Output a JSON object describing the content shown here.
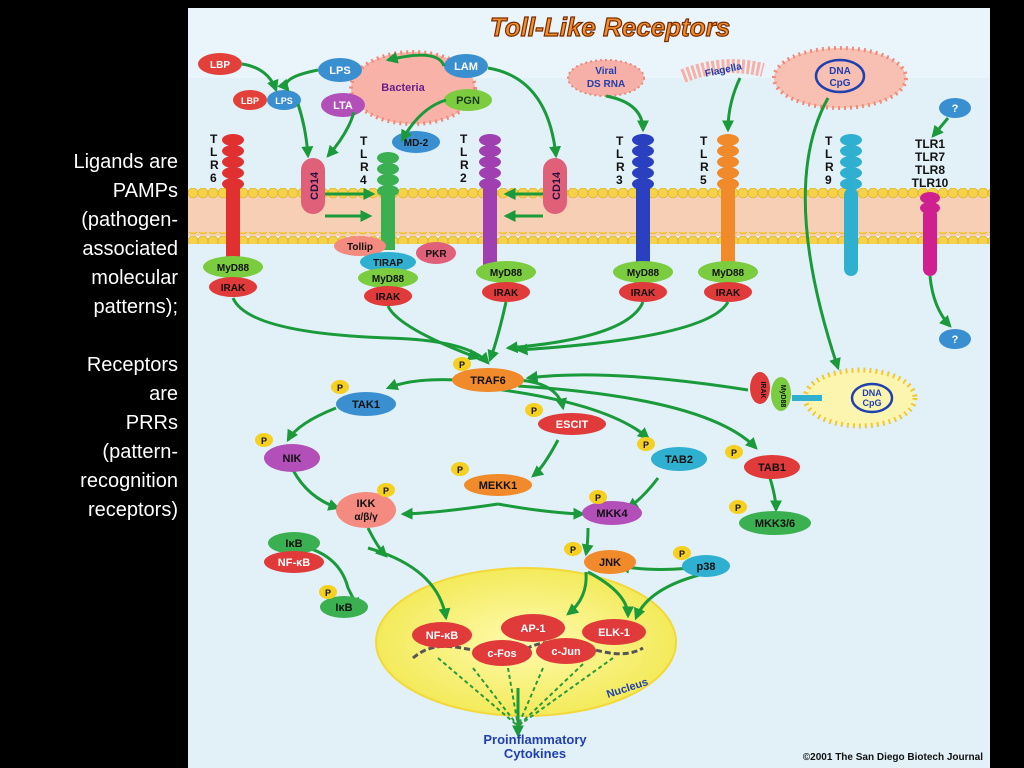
{
  "caption": {
    "lines1": [
      "Ligands are",
      "PAMPs",
      "(pathogen-",
      "associated",
      "molecular",
      "patterns);"
    ],
    "lines2": [
      "Receptors",
      "are",
      "PRRs",
      "(pattern-",
      "recognition",
      "receptors)"
    ]
  },
  "figure": {
    "title": "Toll-Like Receptors",
    "copyright": "©2001 The San Diego Biotech Journal",
    "output": [
      "Proinflammatory",
      "Cytokines"
    ],
    "nucleus": "Nucleus",
    "phospho": "P",
    "ligands": {
      "lbp": "LBP",
      "lbp2": "LBP",
      "lps": "LPS",
      "lps2": "LPS",
      "bacteria": "Bacteria",
      "lam": "LAM",
      "lta": "LTA",
      "pgn": "PGN",
      "viral": [
        "Viral",
        "DS RNA"
      ],
      "flagella": "Flagella",
      "dna": [
        "DNA",
        "CpG"
      ],
      "unknown": "?"
    },
    "receptors": {
      "tlr6": [
        "T",
        "L",
        "R",
        "6"
      ],
      "tlr4": [
        "T",
        "L",
        "R",
        "4"
      ],
      "tlr2": [
        "T",
        "L",
        "R",
        "2"
      ],
      "tlr3": [
        "T",
        "L",
        "R",
        "3"
      ],
      "tlr5": [
        "T",
        "L",
        "R",
        "5"
      ],
      "tlr9": [
        "T",
        "L",
        "R",
        "9"
      ],
      "tlr_other": [
        "TLR1",
        "TLR7",
        "TLR8",
        "TLR10"
      ],
      "cd14": "CD14",
      "md2": "MD-2"
    },
    "adaptors": {
      "myd88": "MyD88",
      "irak": "IRAK",
      "tollip": "Tollip",
      "tirap": "TIRAP",
      "pkr": "PKR"
    },
    "signaling": {
      "traf6": "TRAF6",
      "tak1": "TAK1",
      "escit": "ESCIT",
      "nik": "NIK",
      "tab2": "TAB2",
      "tab1": "TAB1",
      "mekk1": "MEKK1",
      "ikk": [
        "IKK",
        "α/β/γ"
      ],
      "mkk4": "MKK4",
      "mkk36": "MKK3/6",
      "ikb": "IκB",
      "nfkb": "NF-κB",
      "jnk": "JNK",
      "p38": "p38"
    },
    "nuclear": {
      "nfkb": "NF-κB",
      "ap1": "AP-1",
      "elk1": "ELK-1",
      "cfos": "c-Fos",
      "cjun": "c-Jun"
    }
  }
}
